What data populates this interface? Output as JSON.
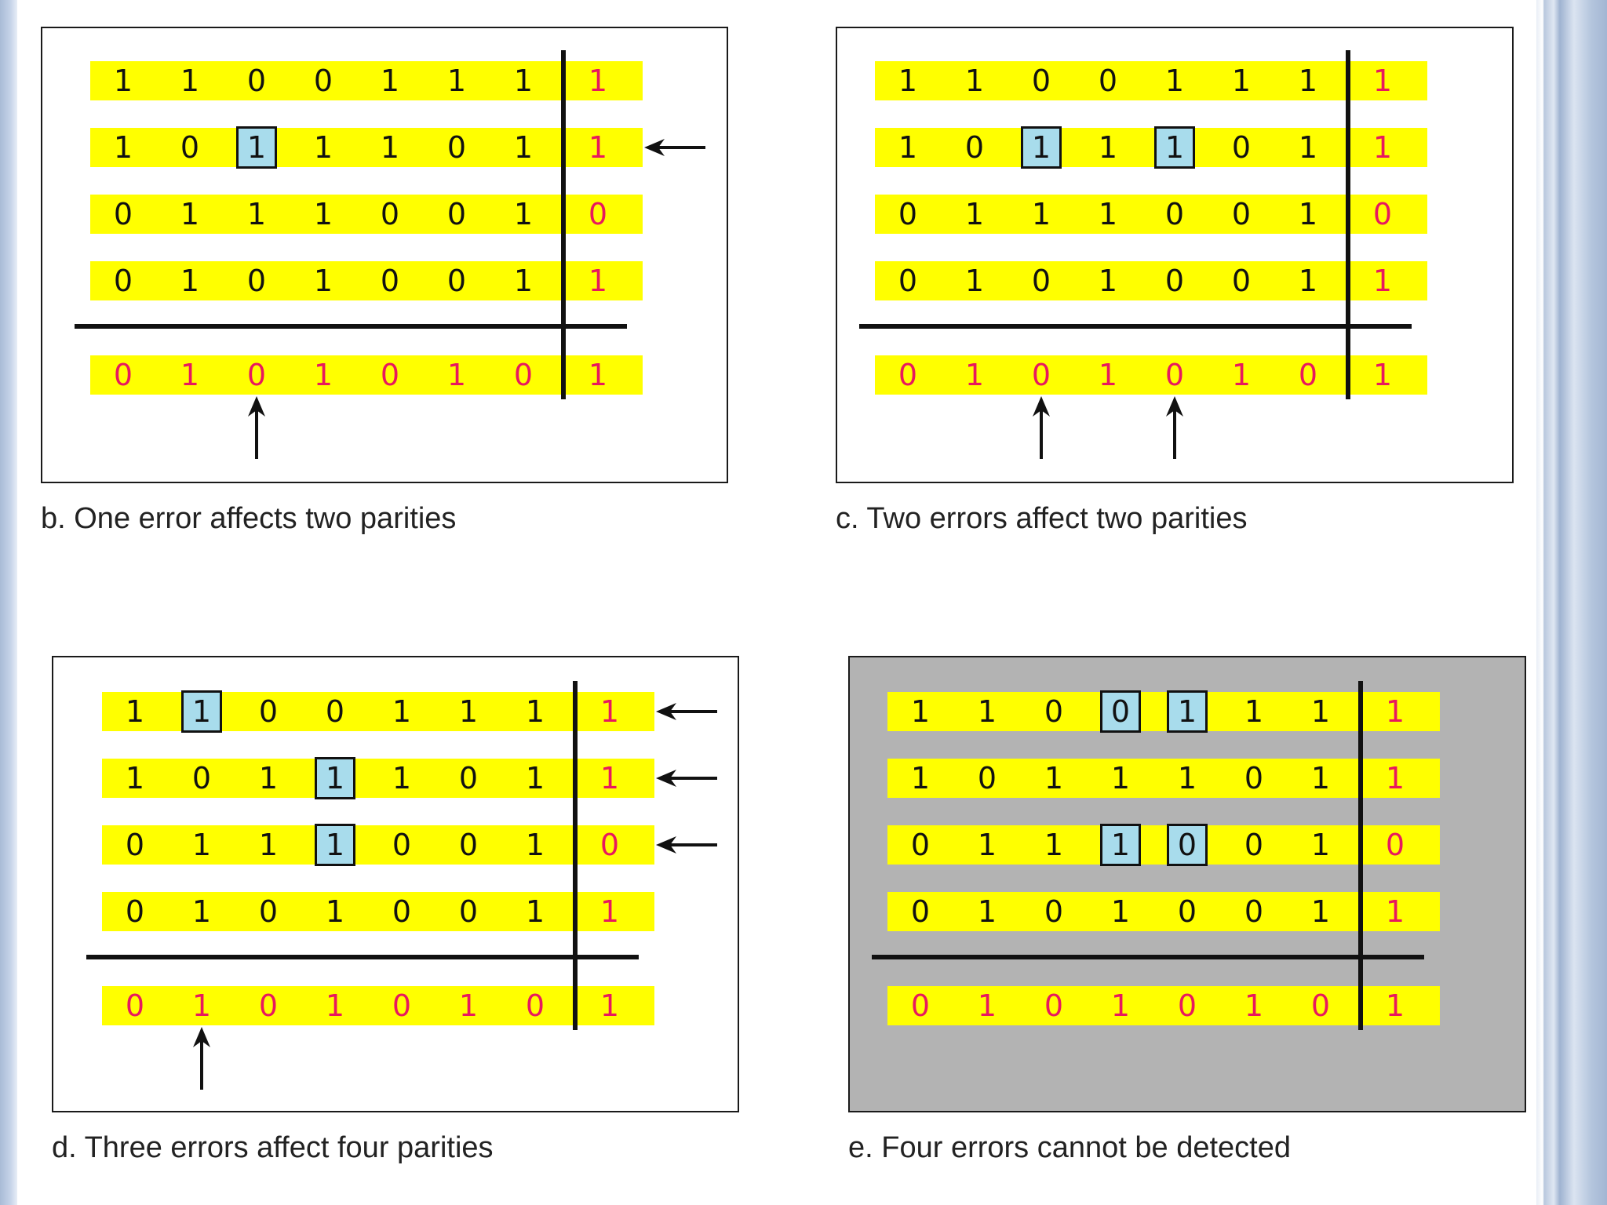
{
  "panels": [
    {
      "id": "b",
      "caption": "b. One error affects two parities",
      "gray": false,
      "rows": [
        [
          "1",
          "1",
          "0",
          "0",
          "1",
          "1",
          "1",
          "1"
        ],
        [
          "1",
          "0",
          "1",
          "1",
          "1",
          "0",
          "1",
          "1"
        ],
        [
          "0",
          "1",
          "1",
          "1",
          "0",
          "0",
          "1",
          "0"
        ],
        [
          "0",
          "1",
          "0",
          "1",
          "0",
          "0",
          "1",
          "1"
        ]
      ],
      "parity_row": [
        "0",
        "1",
        "0",
        "1",
        "0",
        "1",
        "0",
        "1"
      ],
      "boxed_cells": [
        [
          1,
          2
        ]
      ],
      "row_arrows": [
        1
      ],
      "column_arrows": [
        2
      ]
    },
    {
      "id": "c",
      "caption": "c. Two errors affect two parities",
      "gray": false,
      "rows": [
        [
          "1",
          "1",
          "0",
          "0",
          "1",
          "1",
          "1",
          "1"
        ],
        [
          "1",
          "0",
          "1",
          "1",
          "1",
          "0",
          "1",
          "1"
        ],
        [
          "0",
          "1",
          "1",
          "1",
          "0",
          "0",
          "1",
          "0"
        ],
        [
          "0",
          "1",
          "0",
          "1",
          "0",
          "0",
          "1",
          "1"
        ]
      ],
      "parity_row": [
        "0",
        "1",
        "0",
        "1",
        "0",
        "1",
        "0",
        "1"
      ],
      "boxed_cells": [
        [
          1,
          2
        ],
        [
          1,
          4
        ]
      ],
      "row_arrows": [],
      "column_arrows": [
        2,
        4
      ]
    },
    {
      "id": "d",
      "caption": "d. Three errors affect four parities",
      "gray": false,
      "rows": [
        [
          "1",
          "1",
          "0",
          "0",
          "1",
          "1",
          "1",
          "1"
        ],
        [
          "1",
          "0",
          "1",
          "1",
          "1",
          "0",
          "1",
          "1"
        ],
        [
          "0",
          "1",
          "1",
          "1",
          "0",
          "0",
          "1",
          "0"
        ],
        [
          "0",
          "1",
          "0",
          "1",
          "0",
          "0",
          "1",
          "1"
        ]
      ],
      "parity_row": [
        "0",
        "1",
        "0",
        "1",
        "0",
        "1",
        "0",
        "1"
      ],
      "boxed_cells": [
        [
          0,
          1
        ],
        [
          1,
          3
        ],
        [
          2,
          3
        ]
      ],
      "row_arrows": [
        0,
        1,
        2
      ],
      "column_arrows": [
        1
      ]
    },
    {
      "id": "e",
      "caption": "e. Four errors cannot be detected",
      "gray": true,
      "rows": [
        [
          "1",
          "1",
          "0",
          "0",
          "1",
          "1",
          "1",
          "1"
        ],
        [
          "1",
          "0",
          "1",
          "1",
          "1",
          "0",
          "1",
          "1"
        ],
        [
          "0",
          "1",
          "1",
          "1",
          "0",
          "0",
          "1",
          "0"
        ],
        [
          "0",
          "1",
          "0",
          "1",
          "0",
          "0",
          "1",
          "1"
        ]
      ],
      "parity_row": [
        "0",
        "1",
        "0",
        "1",
        "0",
        "1",
        "0",
        "1"
      ],
      "boxed_cells": [
        [
          0,
          3
        ],
        [
          0,
          4
        ],
        [
          2,
          3
        ],
        [
          2,
          4
        ]
      ],
      "row_arrows": [],
      "column_arrows": []
    }
  ],
  "colors": {
    "row_highlight": "#ffff00",
    "parity_bit": "#e8185e",
    "error_box": "#a8dcec",
    "undetected_background": "#b3b3b3"
  }
}
